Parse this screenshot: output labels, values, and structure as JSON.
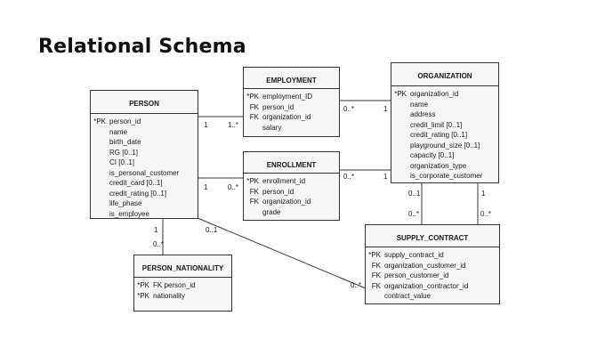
{
  "title": "Relational Schema",
  "entities": {
    "person": {
      "name": "PERSON",
      "attributes": [
        {
          "key": "*PK",
          "name": "person_id"
        },
        {
          "key": "",
          "name": "name"
        },
        {
          "key": "",
          "name": "birth_date"
        },
        {
          "key": "",
          "name": "RG [0..1]"
        },
        {
          "key": "",
          "name": "CI [0..1]"
        },
        {
          "key": "",
          "name": "is_personal_customer"
        },
        {
          "key": "",
          "name": "credit_card [0..1]"
        },
        {
          "key": "",
          "name": "credit_rating [0..1]"
        },
        {
          "key": "",
          "name": "life_phase"
        },
        {
          "key": "",
          "name": "is_employee"
        }
      ]
    },
    "employment": {
      "name": "EMPLOYMENT",
      "attributes": [
        {
          "key": "*PK",
          "name": "employment_ID"
        },
        {
          "key": "FK",
          "name": "person_id"
        },
        {
          "key": "FK",
          "name": "organization_id"
        },
        {
          "key": "",
          "name": "salary"
        }
      ]
    },
    "enrollment": {
      "name": "ENROLLMENT",
      "attributes": [
        {
          "key": "*PK",
          "name": "enrollment_id"
        },
        {
          "key": "FK",
          "name": "person_id"
        },
        {
          "key": "FK",
          "name": "organization_id"
        },
        {
          "key": "",
          "name": "grade"
        }
      ]
    },
    "organization": {
      "name": "ORGANIZATION",
      "attributes": [
        {
          "key": "*PK",
          "name": "organization_id"
        },
        {
          "key": "",
          "name": "name"
        },
        {
          "key": "",
          "name": "address"
        },
        {
          "key": "",
          "name": "credit_limit [0..1]"
        },
        {
          "key": "",
          "name": "credit_rating [0..1]"
        },
        {
          "key": "",
          "name": "playground_size [0..1]"
        },
        {
          "key": "",
          "name": "capacity [0..1]"
        },
        {
          "key": "",
          "name": "organization_type"
        },
        {
          "key": "",
          "name": "is_corporate_customer"
        }
      ]
    },
    "person_nationality": {
      "name": "PERSON_NATIONALITY",
      "attributes": [
        {
          "key": "*PK",
          "name": "FK person_id"
        },
        {
          "key": "*PK",
          "name": "nationality"
        }
      ]
    },
    "supply_contract": {
      "name": "SUPPLY_CONTRACT",
      "attributes": [
        {
          "key": "*PK",
          "name": "supply_contract_id"
        },
        {
          "key": "FK",
          "name": "organization_customer_id"
        },
        {
          "key": "FK",
          "name": "person_customer_id"
        },
        {
          "key": "FK",
          "name": "organization_contractor_id"
        },
        {
          "key": "",
          "name": "contract_value"
        }
      ]
    }
  },
  "cardinalities": {
    "person_employment_a": "1",
    "person_employment_b": "1..*",
    "employment_org_a": "0..*",
    "employment_org_b": "1",
    "person_enrollment_a": "1",
    "person_enrollment_b": "0..*",
    "enrollment_org_a": "0..*",
    "enrollment_org_b": "1",
    "person_nat_a": "1",
    "person_nat_b": "0..*",
    "person_supply_a": "0..1",
    "person_supply_b": "0..*",
    "org_supply_left_a": "0..1",
    "org_supply_left_b": "0..*",
    "org_supply_right_a": "1",
    "org_supply_right_b": "0..*"
  }
}
